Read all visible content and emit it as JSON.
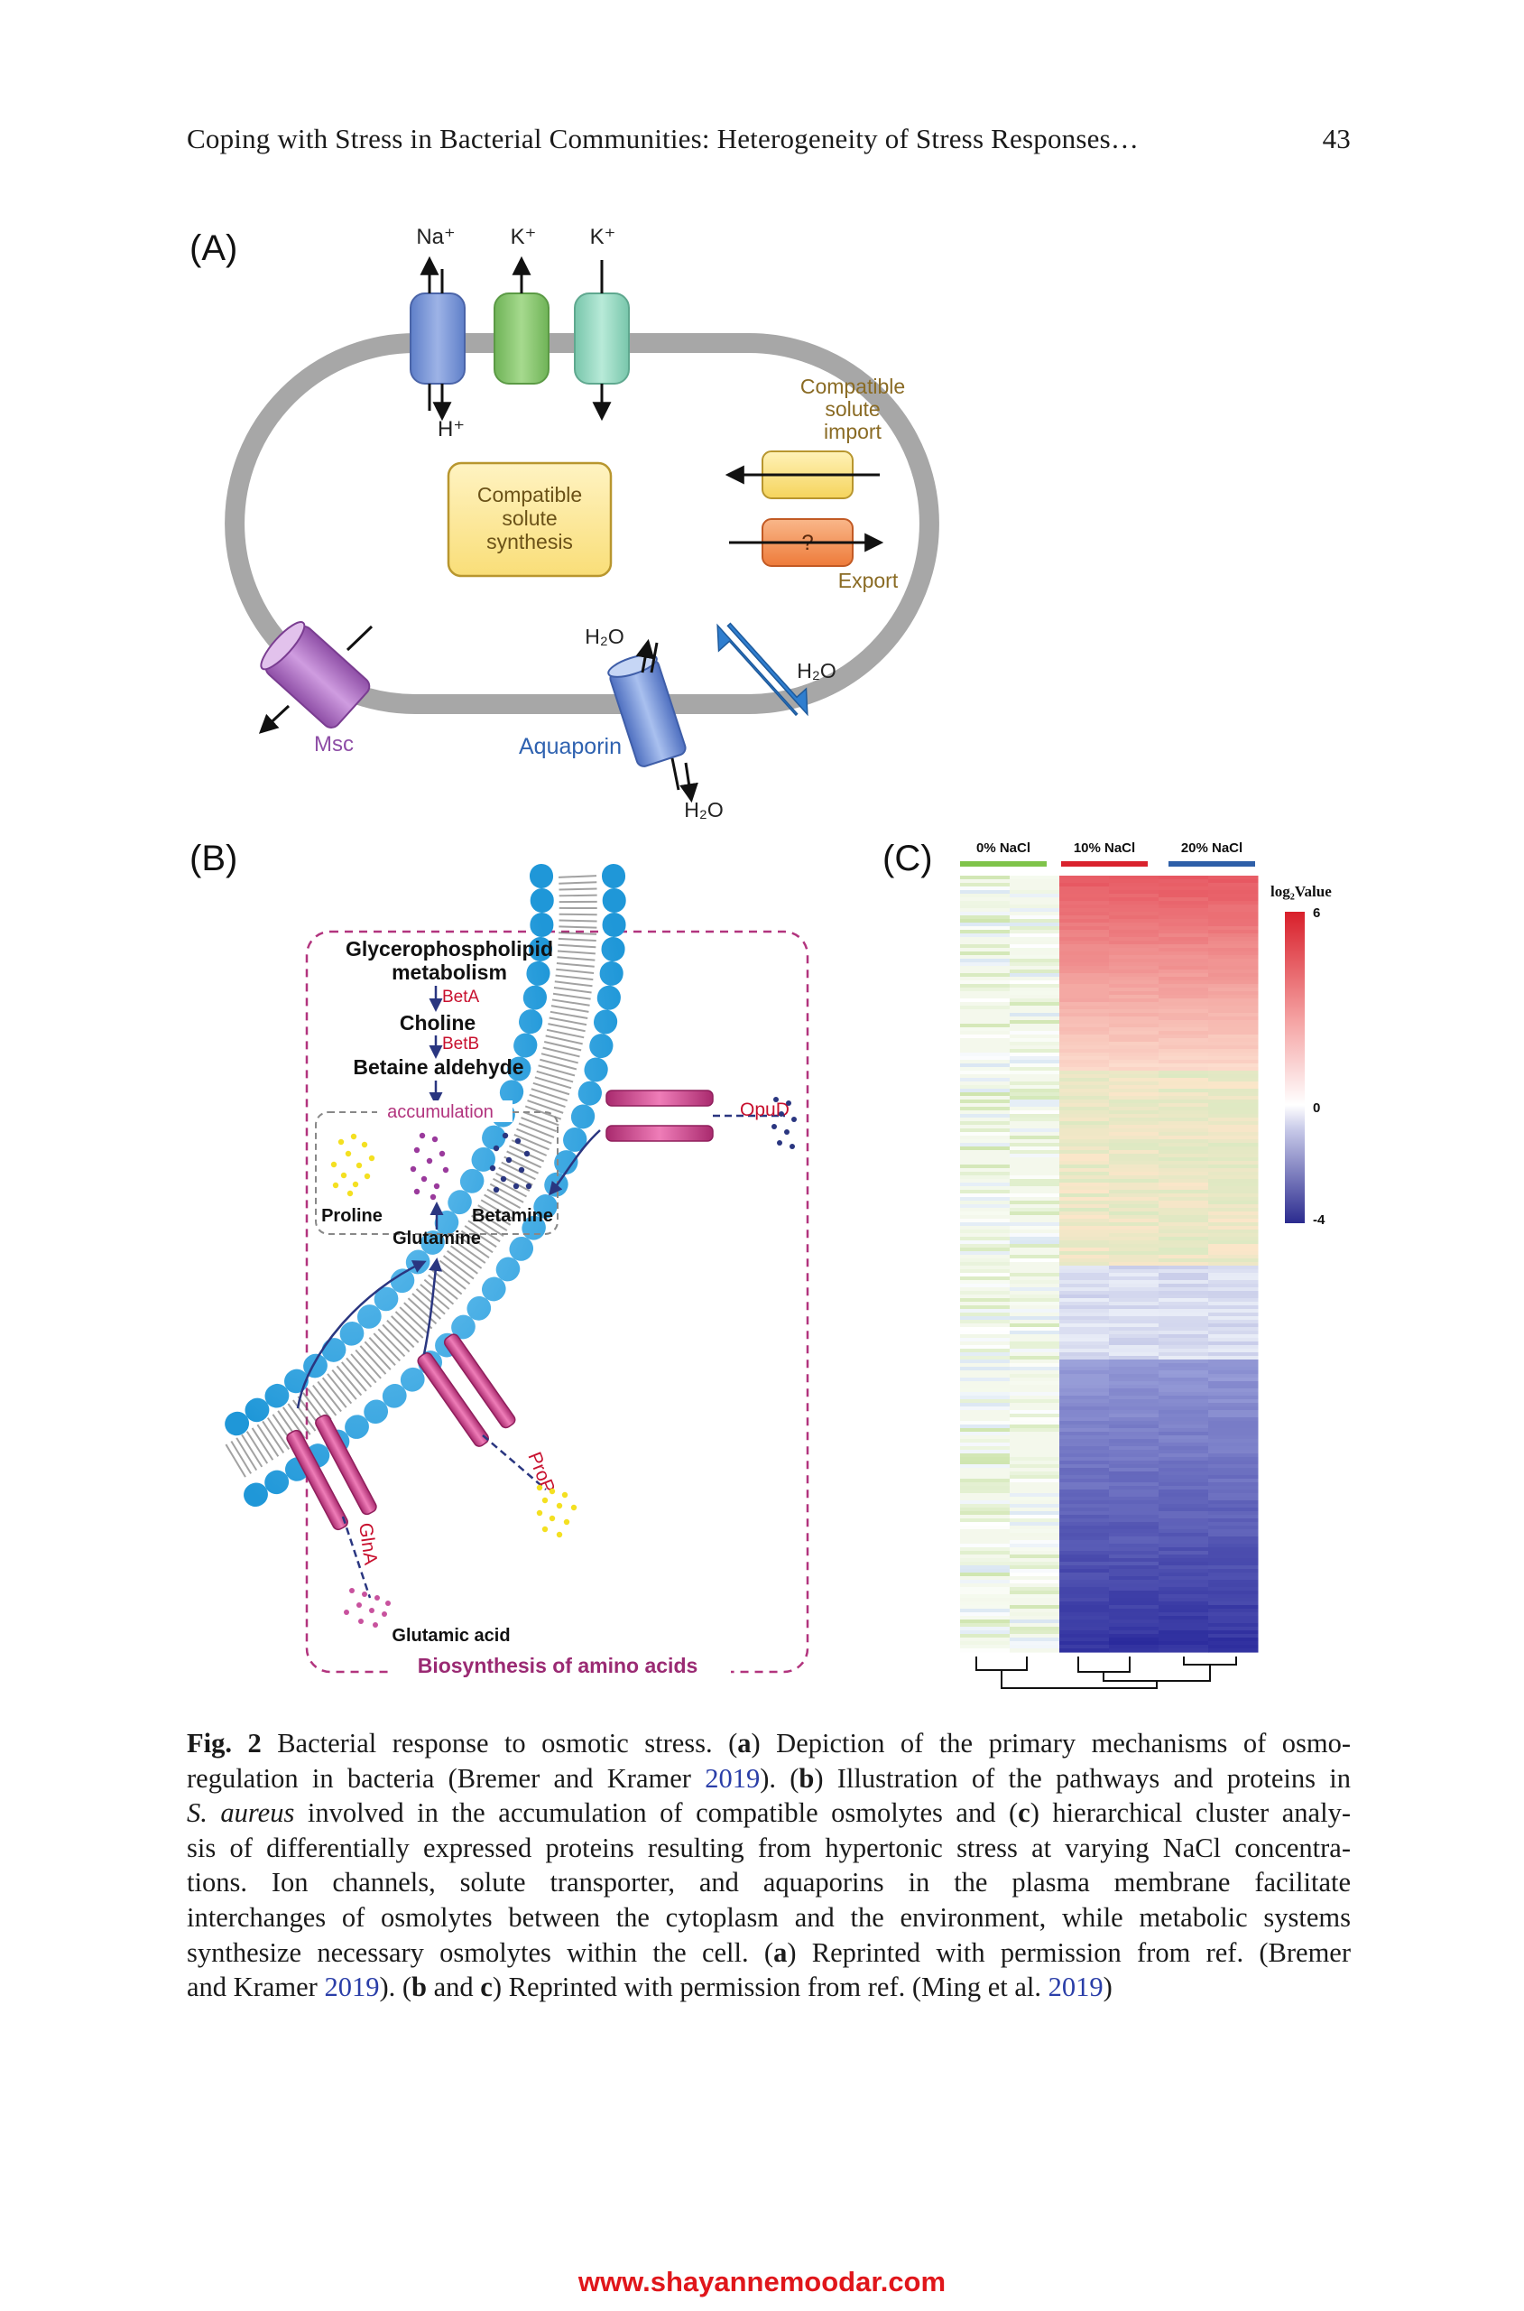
{
  "header": {
    "running_title": "Coping with Stress in Bacterial Communities: Heterogeneity of Stress Responses…",
    "page_number": "43"
  },
  "panel_a": {
    "label": "(A)",
    "na_plus": "Na⁺",
    "k_plus_1": "K⁺",
    "k_plus_2": "K⁺",
    "h_plus": "H⁺",
    "import_l1": "Compatible",
    "import_l2": "solute",
    "import_l3": "import",
    "synth_l1": "Compatible",
    "synth_l2": "solute",
    "synth_l3": "synthesis",
    "question": "?",
    "export": "Export",
    "h2o_1": "H₂O",
    "h2o_2": "H₂O",
    "h2o_3": "H₂O",
    "msc": "Msc",
    "aquaporin": "Aquaporin",
    "colors": {
      "membrane": "#a7a7a7",
      "na_channel": "#7f9bd9",
      "k_channel_1": "#8dcb73",
      "k_channel_2": "#98dcc4",
      "import": "#fbe38b",
      "export": "#f49658",
      "msc": "#b574c8",
      "aquaporin": "#6d8fd6",
      "label_brown": "#8a6b24",
      "label_blue": "#2f62b0"
    }
  },
  "panel_b": {
    "label": "(B)",
    "glycero_l1": "Glycerophospholipid",
    "glycero_l2": "metabolism",
    "beta": "BetA",
    "choline": "Choline",
    "betb": "BetB",
    "betaine_aldehyde": "Betaine aldehyde",
    "accumulation": "accumulation",
    "proline": "Proline",
    "betamine": "Betamine",
    "glutamine": "Glutamine",
    "opud": "OpuD",
    "prop": "ProP",
    "glna": "GlnA",
    "glutamic_acid": "Glutamic acid",
    "biosynthesis": "Biosynthesis of amino acids",
    "colors": {
      "bead": "#3fb2ea",
      "bead_edge": "#1b86c4",
      "transporter": "#d23f8a",
      "dashed": "#b2347e",
      "enzyme": "#c8102e",
      "yellow_dots": "#f4e021",
      "purple_dots": "#9a3a9c",
      "navy_dots": "#2a3680"
    }
  },
  "panel_c": {
    "label": "(C)",
    "conditions": [
      "0% NaCl",
      "10% NaCl",
      "20% NaCl"
    ],
    "condition_colors": [
      "#7fc34a",
      "#d9222d",
      "#2e5fa8"
    ],
    "legend_title": "log₂Value",
    "legend_ticks": [
      "6",
      "0",
      "-4"
    ]
  },
  "caption": {
    "fig_label": "Fig. 2",
    "lines": [
      [
        "Bacterial response to osmotic stress. (",
        {
          "b": "a"
        },
        ") Depiction of the primary mechanisms of osmo-"
      ],
      [
        "regulation in bacteria (Bremer and Kramer ",
        {
          "ref": "2019"
        },
        "). (",
        {
          "b": "b"
        },
        ") Illustration of the pathways and proteins in"
      ],
      [
        {
          "i": "S. aureus"
        },
        " involved in the accumulation of compatible osmolytes and (",
        {
          "b": "c"
        },
        ") hierarchical cluster analy-"
      ],
      [
        "sis of differentially expressed proteins resulting from hypertonic stress at varying NaCl concentra-"
      ],
      [
        "tions. Ion channels, solute transporter, and aquaporins in the plasma membrane facilitate"
      ],
      [
        "interchanges of osmolytes between the cytoplasm and the environment, while metabolic systems"
      ],
      [
        "synthesize necessary osmolytes within the cell. (",
        {
          "b": "a"
        },
        ") Reprinted with permission from ref. (Bremer"
      ],
      [
        "and Kramer ",
        {
          "ref": "2019"
        },
        "). (",
        {
          "b": "b"
        },
        " and ",
        {
          "b": "c"
        },
        ") Reprinted with permission from ref. (Ming et al. ",
        {
          "ref": "2019"
        },
        ")"
      ]
    ]
  },
  "footer": {
    "watermark": "www.shayannemoodar.com"
  }
}
